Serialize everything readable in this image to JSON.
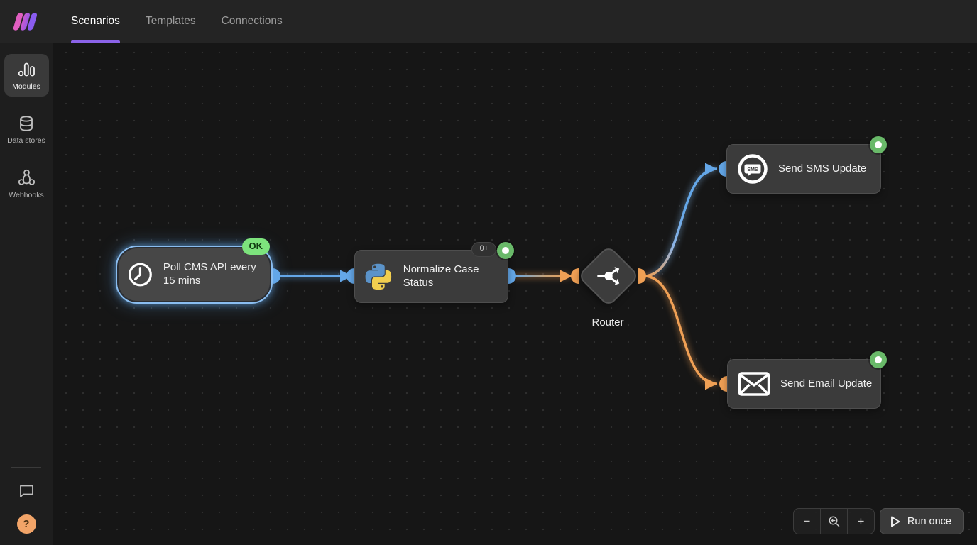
{
  "topbar": {
    "logo": "make-logo",
    "tabs": [
      {
        "label": "Scenarios",
        "active": true
      },
      {
        "label": "Templates",
        "active": false
      },
      {
        "label": "Connections",
        "active": false
      }
    ]
  },
  "sidebar": {
    "items": [
      {
        "label": "Modules",
        "icon": "modules-icon",
        "active": true
      },
      {
        "label": "Data stores",
        "icon": "database-icon",
        "active": false
      },
      {
        "label": "Webhooks",
        "icon": "webhook-icon",
        "active": false
      }
    ],
    "help_label": "?"
  },
  "canvas": {
    "nodes": [
      {
        "id": "trigger",
        "label": "Poll CMS API every 15 mins",
        "badge": "OK",
        "icon": "clock-icon"
      },
      {
        "id": "normalize",
        "label": "Normalize Case Status",
        "badge": "0+",
        "icon": "python-icon"
      },
      {
        "id": "router",
        "label": "Router",
        "icon": "router-icon"
      },
      {
        "id": "sms",
        "label": "Send SMS Update",
        "icon": "sms-icon",
        "icon_text": "SMS"
      },
      {
        "id": "email",
        "label": "Send Email Update",
        "icon": "email-icon"
      }
    ],
    "colors": {
      "blue": "#64a7e8",
      "orange": "#f0a055",
      "green": "#69b969",
      "ok_badge": "#7de37d"
    }
  },
  "controls": {
    "zoom_out": "−",
    "zoom_in": "+",
    "run_once": "Run once"
  }
}
